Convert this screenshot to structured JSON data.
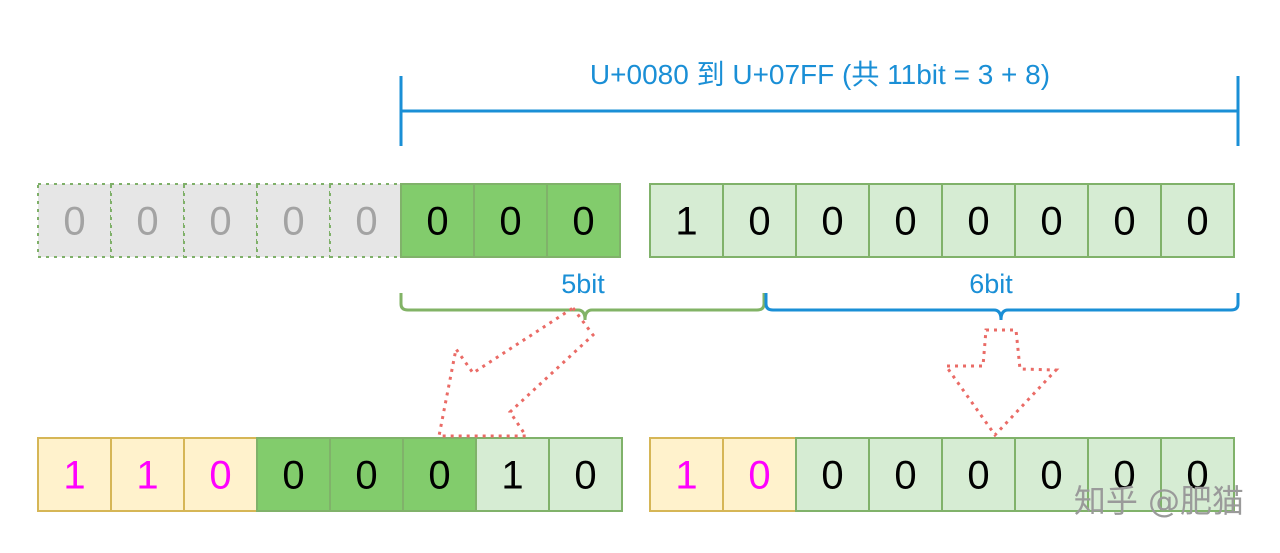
{
  "title": "U+0080 到 U+07FF (共 11bit = 3 + 8)",
  "labels": {
    "five_bit": "5bit",
    "six_bit": "6bit"
  },
  "watermark": "知乎 @肥猫",
  "colors": {
    "blue": "#1a8fd6",
    "padding_fill": "#e6e6e6",
    "padding_text": "#a3a3a3",
    "padding_border": "#7fb069",
    "dark_green_fill": "#82cc6c",
    "light_green_fill": "#d6ecd3",
    "green_border": "#80b26a",
    "yellow_fill": "#fff2cc",
    "yellow_border": "#d6b656",
    "magenta": "#ff00ff",
    "black": "#000000",
    "green_brace": "#82b366",
    "arrow": "#ea6b66"
  },
  "top_row": {
    "padding": [
      "0",
      "0",
      "0",
      "0",
      "0"
    ],
    "high": [
      "0",
      "0",
      "0"
    ],
    "low": [
      "1",
      "0",
      "0",
      "0",
      "0",
      "0",
      "0",
      "0"
    ]
  },
  "bottom_row": {
    "first_byte_prefix": [
      "1",
      "1",
      "0"
    ],
    "first_byte_data": [
      "0",
      "0",
      "0",
      "1",
      "0"
    ],
    "second_byte_prefix": [
      "1",
      "0"
    ],
    "second_byte_data": [
      "0",
      "0",
      "0",
      "0",
      "0",
      "0"
    ]
  }
}
